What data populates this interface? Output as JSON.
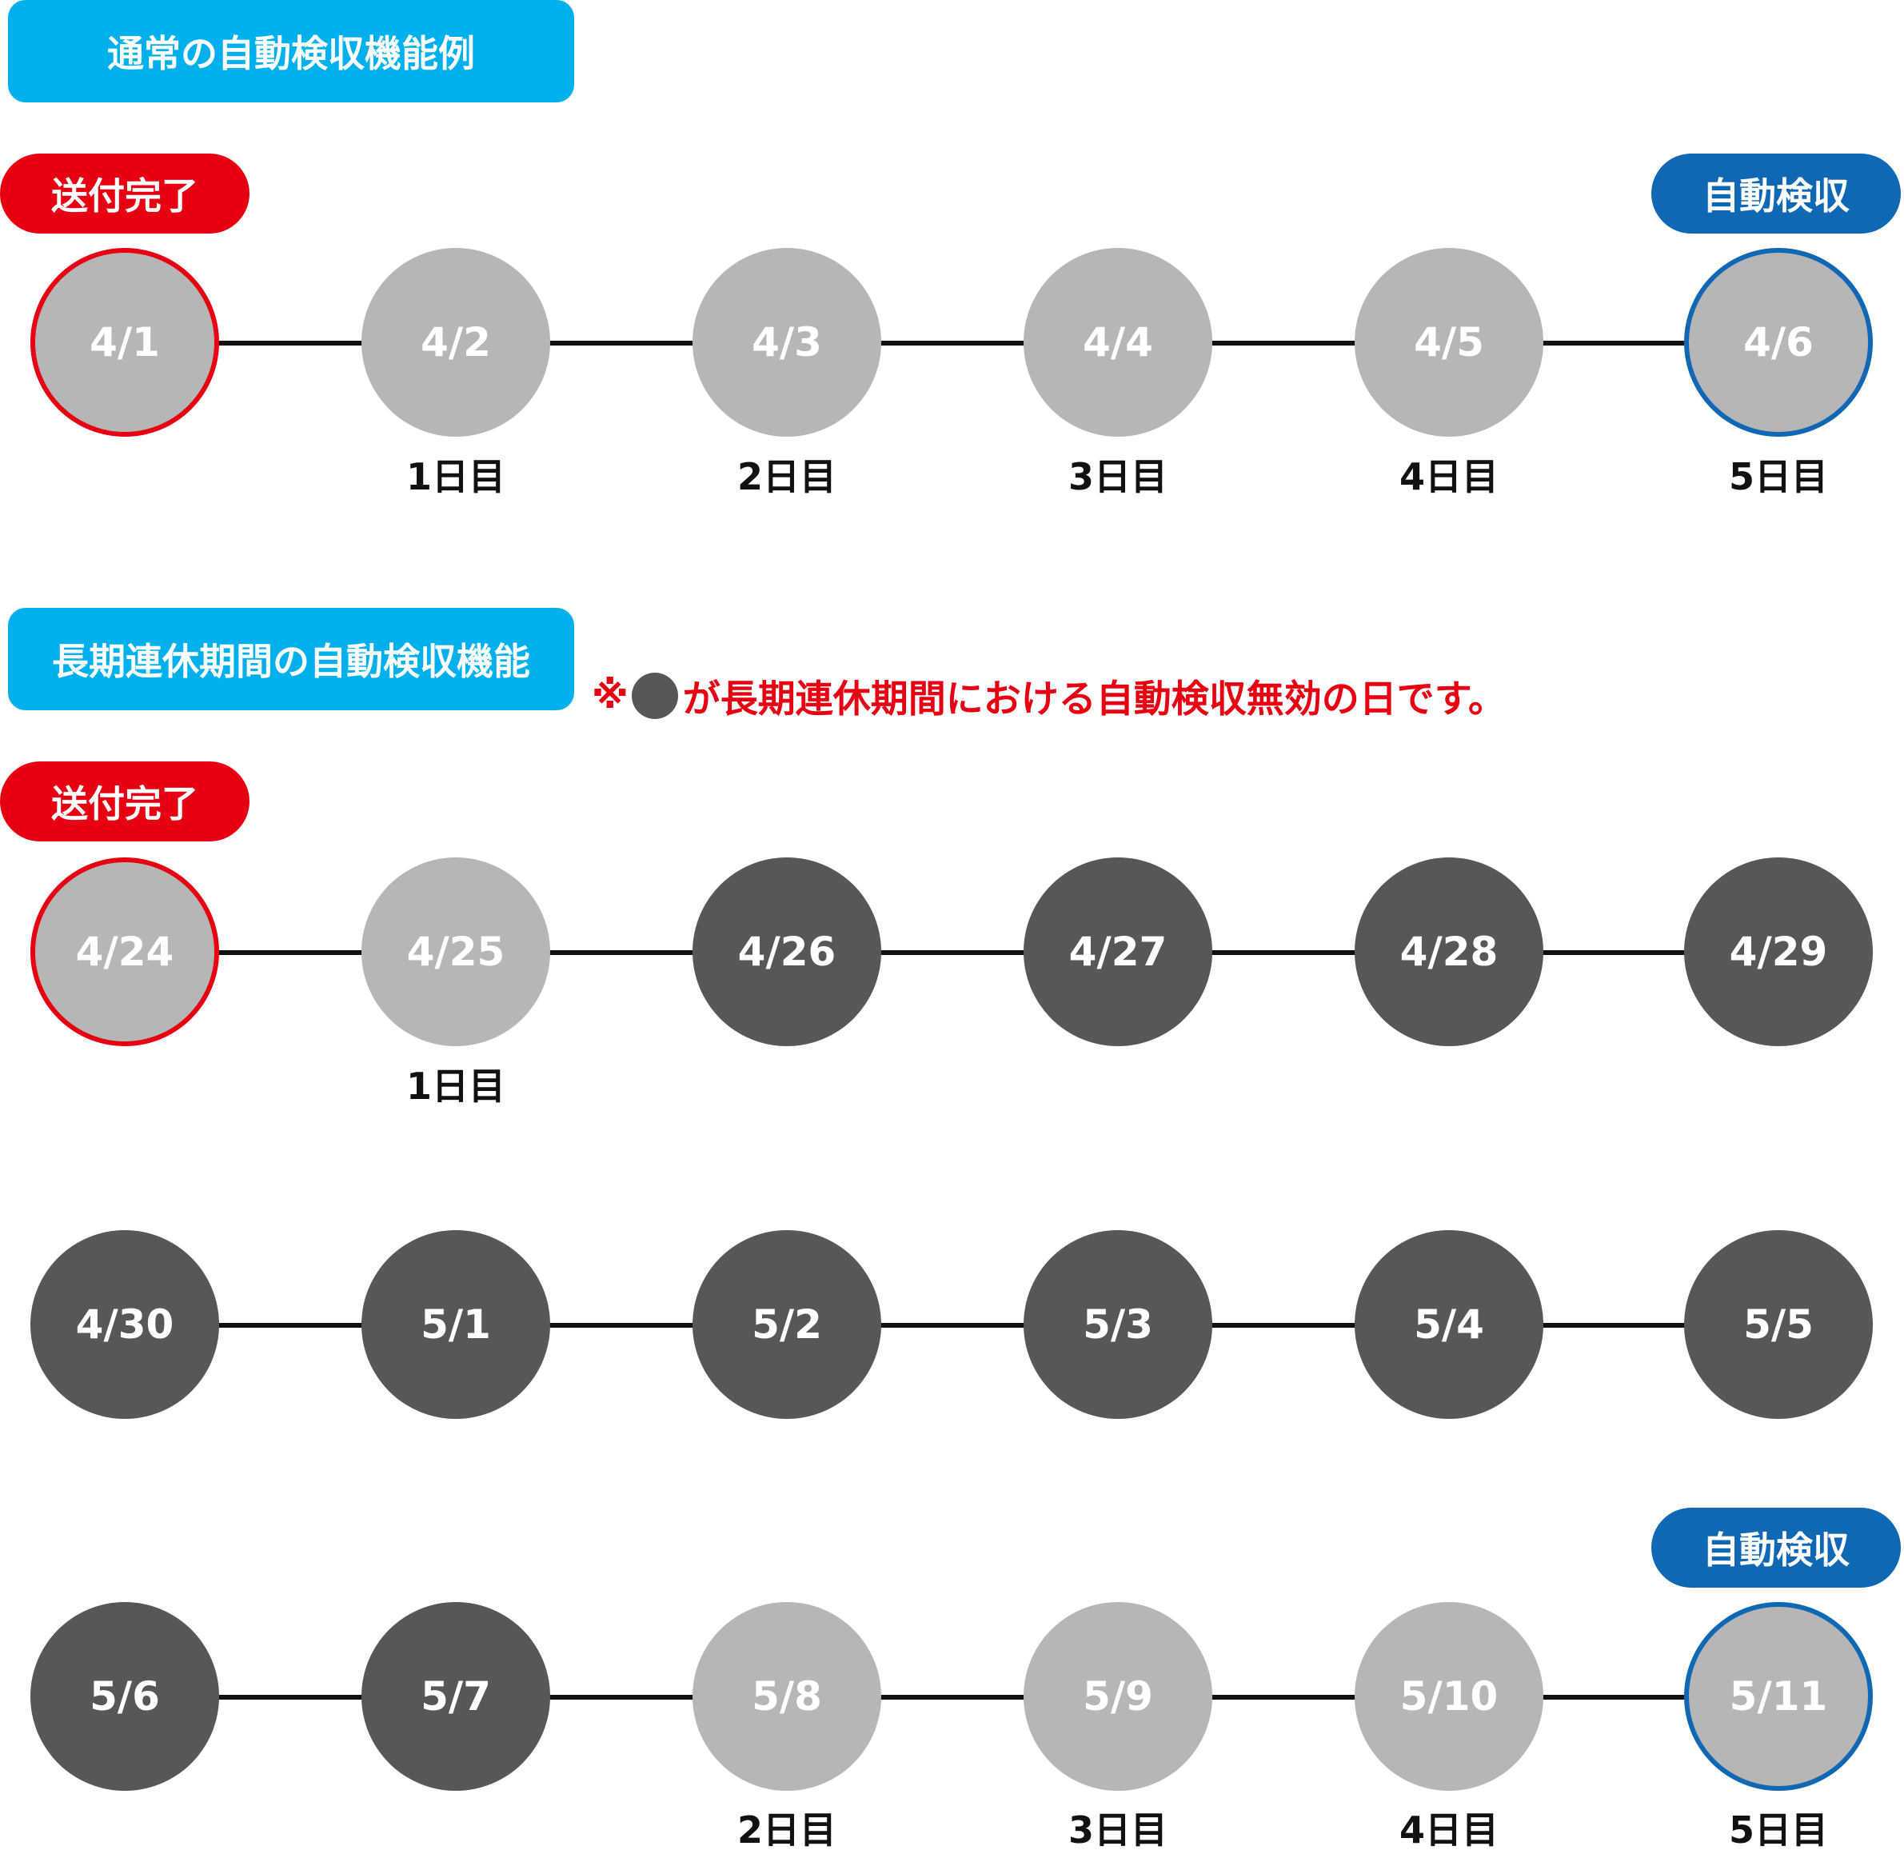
{
  "section1": {
    "header": "通常の自動検収機能例",
    "send_label": "送付完了",
    "auto_label": "自動検収",
    "nodes": [
      "4/1",
      "4/2",
      "4/3",
      "4/4",
      "4/5",
      "4/6"
    ],
    "days": [
      "1日目",
      "2日目",
      "3日目",
      "4日目",
      "5日目"
    ]
  },
  "section2": {
    "header": "長期連休期間の自動検収機能",
    "note": {
      "prefix": "※",
      "text": "が長期連休期間における自動検収無効の日です。"
    },
    "send_label": "送付完了",
    "auto_label": "自動検収",
    "row1": [
      "4/24",
      "4/25",
      "4/26",
      "4/27",
      "4/28",
      "4/29"
    ],
    "row1_days": [
      "1日目"
    ],
    "row2": [
      "4/30",
      "5/1",
      "5/2",
      "5/3",
      "5/4",
      "5/5"
    ],
    "row3": [
      "5/6",
      "5/7",
      "5/8",
      "5/9",
      "5/10",
      "5/11"
    ],
    "row3_days": [
      "2日目",
      "3日目",
      "4日目",
      "5日目"
    ]
  },
  "colors": {
    "header_bg": "#00b0ec",
    "send_red": "#e60012",
    "auto_blue": "#1068b5",
    "normal_day": "#b5b6b5",
    "disabled_day": "#575756"
  }
}
